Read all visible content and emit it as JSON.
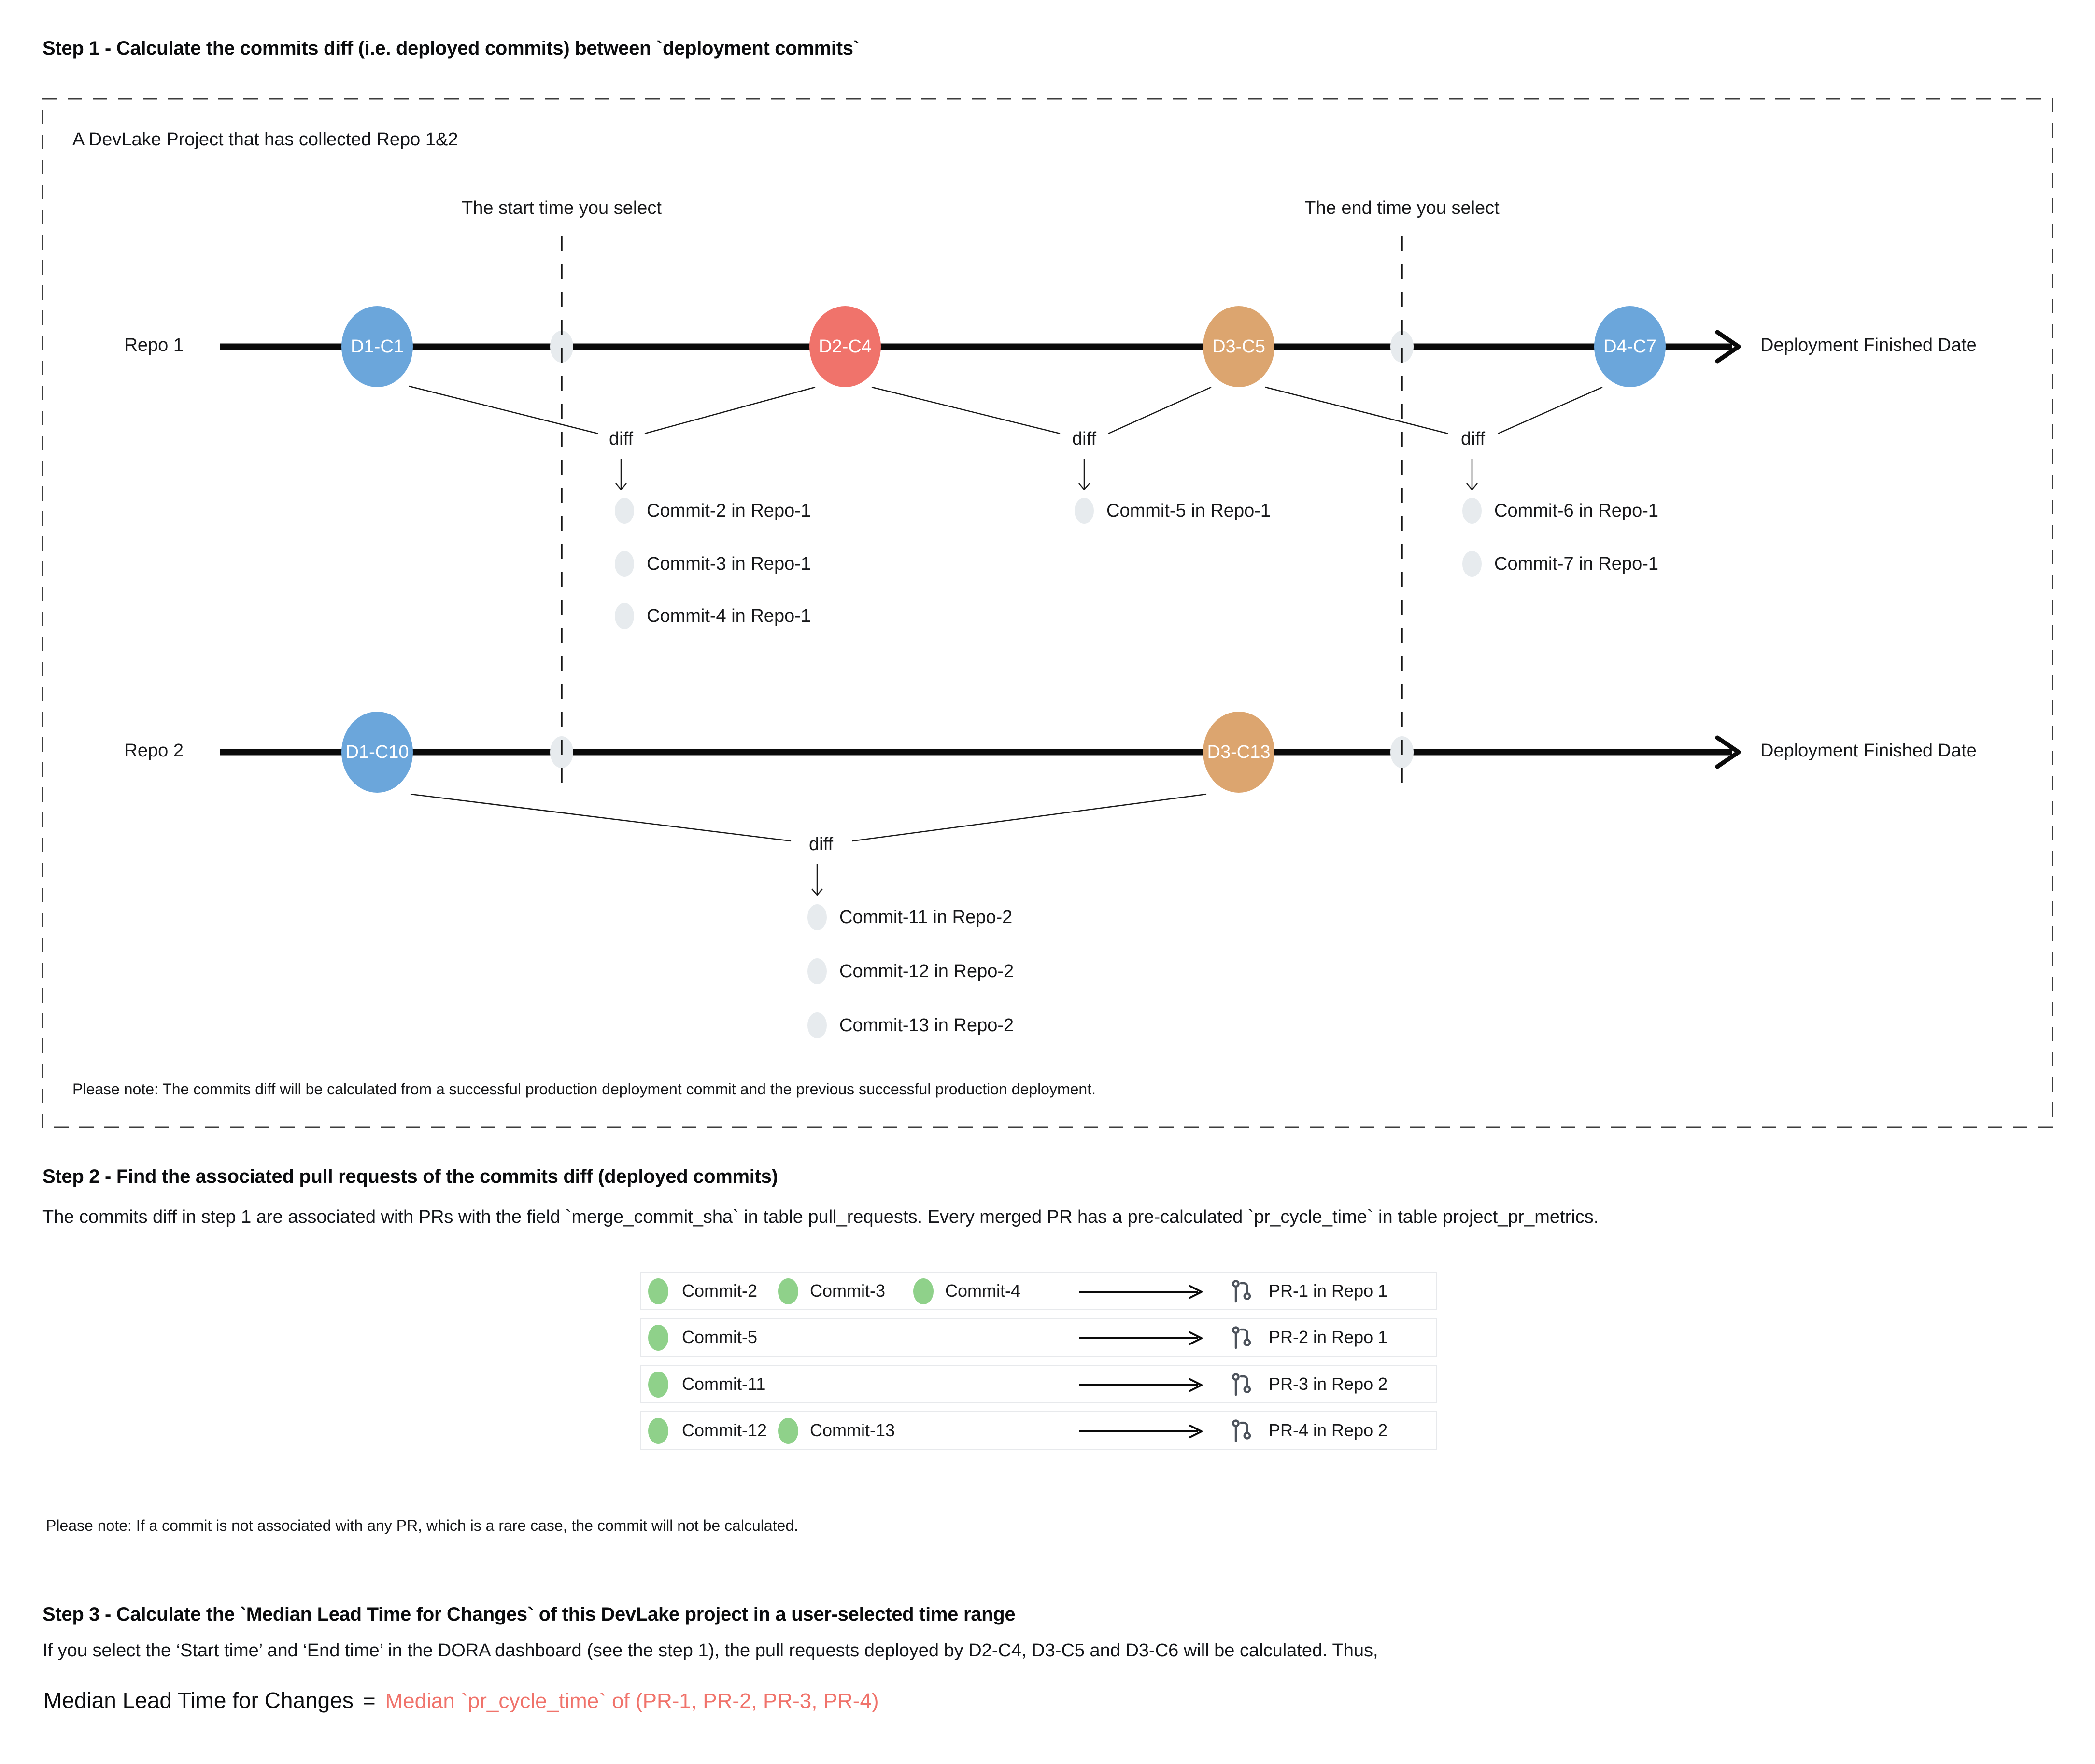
{
  "colors": {
    "blue": "#6BA6DB",
    "red": "#F0736B",
    "orange": "#DCA56F",
    "green": "#8FD18A",
    "muted_dot": "#E7EBEE",
    "salmon_text": "#F0736B",
    "icon_gray": "#4C525B"
  },
  "step1": {
    "heading": "Step 1 - Calculate the commits diff (i.e. deployed commits) between `deployment commits`",
    "box_label": "A DevLake Project that has collected Repo 1&2",
    "start_time_label": "The start time you select",
    "end_time_label": "The end time you select",
    "finished_label": "Deployment Finished Date",
    "repo1": {
      "label": "Repo 1",
      "deployments": [
        {
          "label": "D1-C1"
        },
        {
          "label": "D2-C4"
        },
        {
          "label": "D3-C5"
        },
        {
          "label": "D4-C7"
        }
      ],
      "diffs": [
        {
          "label": "diff",
          "commits": [
            "Commit-2 in Repo-1",
            "Commit-3 in Repo-1",
            "Commit-4 in Repo-1"
          ]
        },
        {
          "label": "diff",
          "commits": [
            "Commit-5 in Repo-1"
          ]
        },
        {
          "label": "diff",
          "commits": [
            "Commit-6 in Repo-1",
            "Commit-7 in Repo-1"
          ]
        }
      ]
    },
    "repo2": {
      "label": "Repo 2",
      "deployments": [
        {
          "label": "D1-C10"
        },
        {
          "label": "D3-C13"
        }
      ],
      "diffs": [
        {
          "label": "diff",
          "commits": [
            "Commit-11 in Repo-2",
            "Commit-12 in Repo-2",
            "Commit-13 in Repo-2"
          ]
        }
      ]
    },
    "note": "Please note: The commits diff will be calculated from a successful production deployment commit and the previous successful production deployment."
  },
  "step2": {
    "heading": "Step 2 - Find the associated pull requests of the commits diff (deployed commits)",
    "body": "The commits diff in step 1 are associated with PRs with the field `merge_commit_sha` in table pull_requests. Every merged PR has a pre-calculated `pr_cycle_time` in table project_pr_metrics.",
    "table": {
      "rows": [
        {
          "commits": [
            "Commit-2",
            "Commit-3",
            "Commit-4"
          ],
          "pr": "PR-1 in Repo 1"
        },
        {
          "commits": [
            "Commit-5"
          ],
          "pr": "PR-2 in Repo 1"
        },
        {
          "commits": [
            "Commit-11"
          ],
          "pr": "PR-3 in Repo 2"
        },
        {
          "commits": [
            "Commit-12",
            "Commit-13"
          ],
          "pr": "PR-4 in Repo 2"
        }
      ]
    },
    "note": "Please note: If a commit is not associated with any PR, which is a rare case, the commit will not be calculated."
  },
  "step3": {
    "heading": "Step 3 - Calculate the `Median Lead Time for Changes` of this DevLake project in a user-selected time range",
    "body": "If you select the ‘Start time’ and ‘End time’ in the DORA dashboard (see the step 1), the pull requests deployed by D2-C4, D3-C5 and D3-C6 will be calculated. Thus,",
    "formula": {
      "lhs": "Median Lead Time for Changes",
      "eq": "=",
      "rhs": "Median `pr_cycle_time` of (PR-1, PR-2, PR-3, PR-4)"
    }
  }
}
